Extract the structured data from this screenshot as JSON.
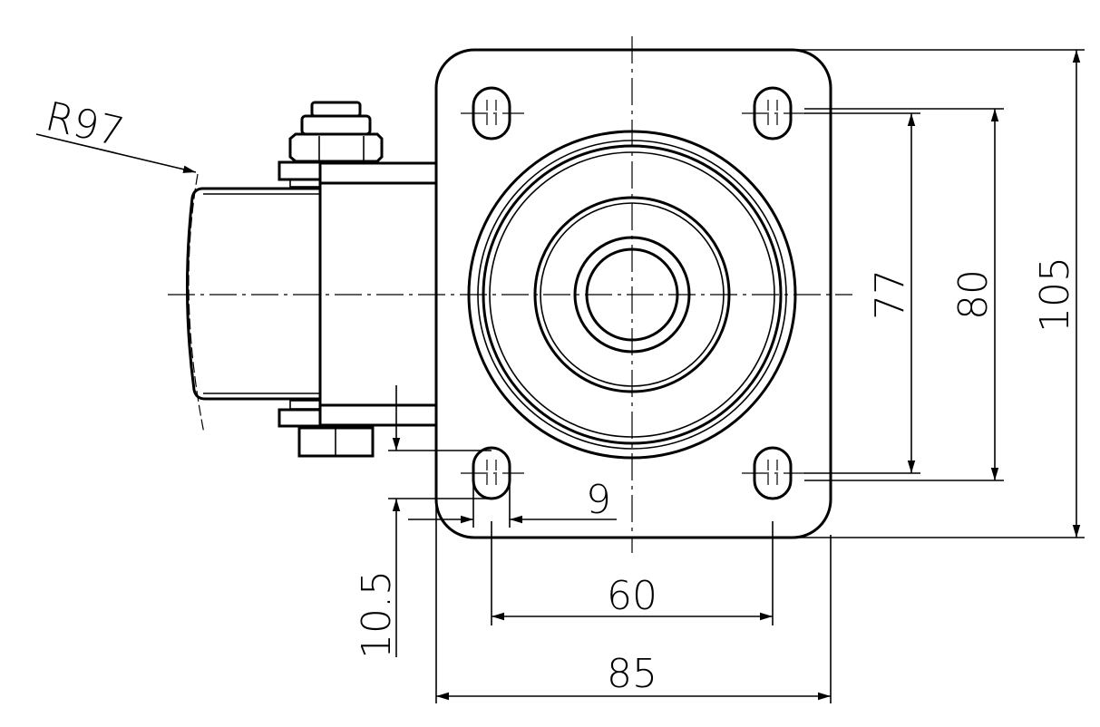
{
  "drawing": {
    "title": "Swivel castor plate dimensions",
    "dimensions": {
      "radius": "R97",
      "hole_spacing_inner": "77",
      "hole_spacing_outer": "80",
      "plate_height": "105",
      "slot_width": "9",
      "hole_pitch": "60",
      "plate_width": "85",
      "slot_length": "10.5"
    },
    "line_color": "#000000"
  }
}
